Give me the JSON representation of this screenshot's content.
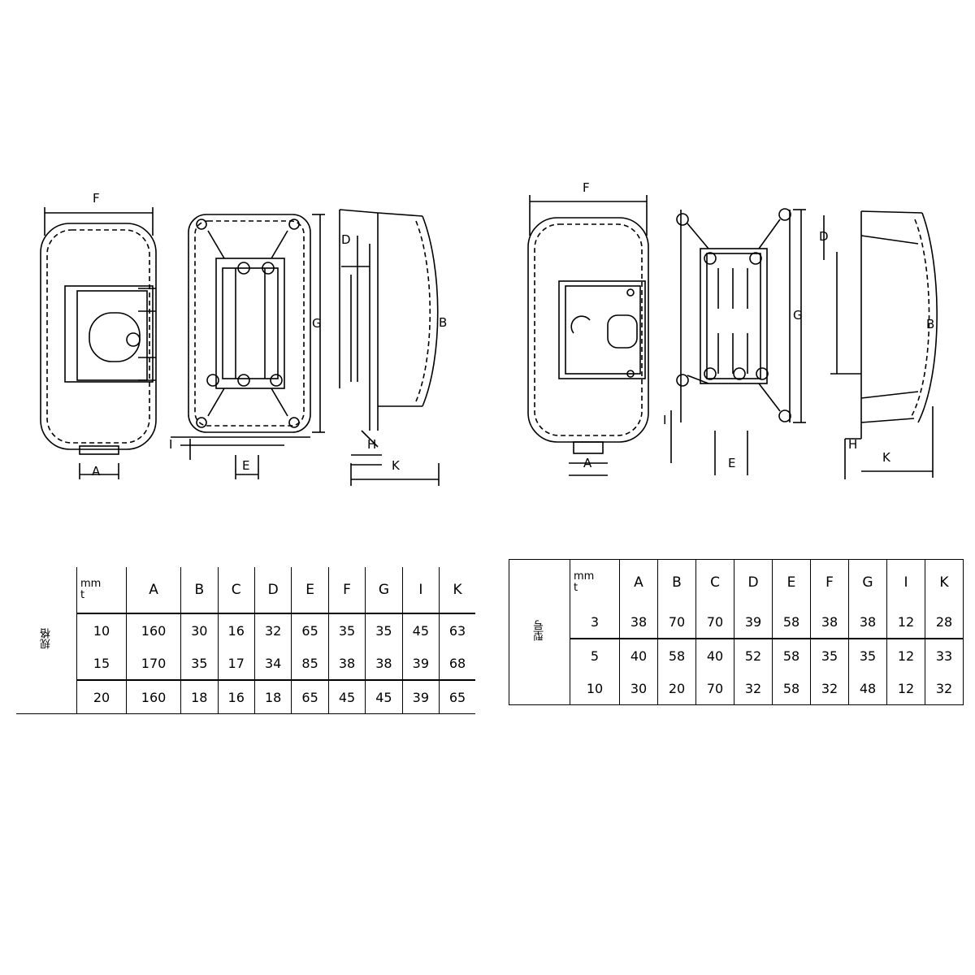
{
  "drawing_labels": {
    "left": {
      "width_label": "F",
      "height_label": "G",
      "depth_label": "K",
      "bottom_label": "A",
      "small_label_1": "E",
      "small_label_2": "I",
      "small_label_3": "H",
      "top_label": "D",
      "side_label": "B"
    },
    "right": {
      "width_label": "F",
      "height_label": "G",
      "depth_label": "K",
      "bottom_label": "A",
      "small_label_1": "E",
      "small_label_2": "I",
      "small_label_3": "H",
      "top_label": "D",
      "side_label": "B"
    }
  },
  "table_left": {
    "corner": "mm",
    "corner_sub": "t",
    "side_label": "规格",
    "headers": [
      "A",
      "B",
      "C",
      "D",
      "E",
      "F",
      "G",
      "I",
      "K"
    ],
    "rows": [
      {
        "key": "10",
        "values": [
          "160",
          "30",
          "16",
          "32",
          "65",
          "35",
          "35",
          "45",
          "63"
        ]
      },
      {
        "key": "15",
        "values": [
          "170",
          "35",
          "17",
          "34",
          "85",
          "38",
          "38",
          "39",
          "68"
        ]
      },
      {
        "key": "20",
        "values": [
          "160",
          "18",
          "16",
          "18",
          "65",
          "45",
          "45",
          "39",
          "65"
        ]
      }
    ]
  },
  "table_right": {
    "corner": "mm",
    "corner_sub": "t",
    "side_label": "型号",
    "headers": [
      "A",
      "B",
      "C",
      "D",
      "E",
      "F",
      "G",
      "I",
      "K"
    ],
    "rows": [
      {
        "key": "3",
        "values": [
          "38",
          "70",
          "70",
          "39",
          "58",
          "38",
          "38",
          "12",
          "28"
        ]
      },
      {
        "key": "5",
        "values": [
          "40",
          "58",
          "40",
          "52",
          "58",
          "35",
          "35",
          "12",
          "33"
        ]
      },
      {
        "key": "10",
        "values": [
          "30",
          "20",
          "70",
          "32",
          "58",
          "32",
          "48",
          "12",
          "32"
        ]
      }
    ]
  }
}
